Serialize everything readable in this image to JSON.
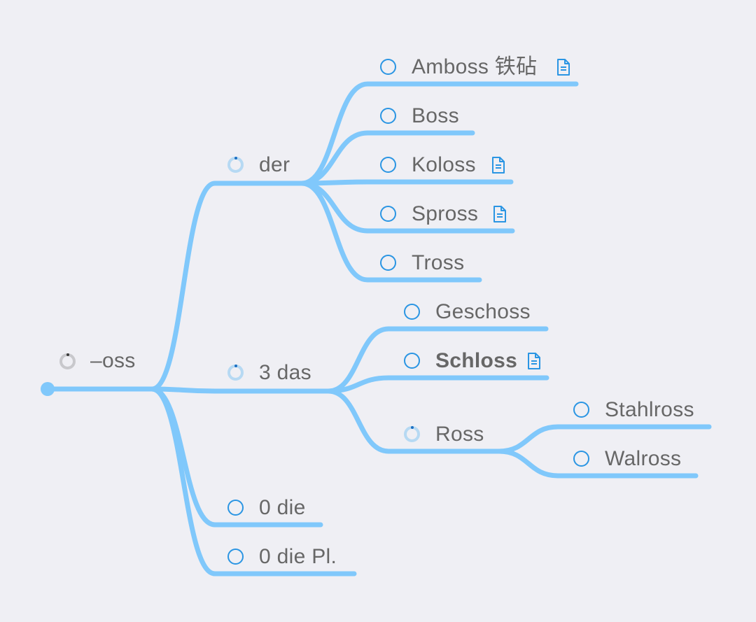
{
  "colors": {
    "background": "#efeff4",
    "branch": "#80c8fb",
    "marker_blue": "#2a95e3",
    "progress_track": "#b6d9f3",
    "text": "#676767"
  },
  "mindmap": {
    "root": {
      "label": "–oss",
      "marker": "progress-ring-icon"
    },
    "nodes": {
      "der": {
        "label": "der",
        "marker": "progress-ring-icon"
      },
      "amboss": {
        "label": "Amboss 铁砧",
        "marker": "circle-icon",
        "note": "note-icon"
      },
      "boss": {
        "label": "Boss",
        "marker": "circle-icon"
      },
      "koloss": {
        "label": "Koloss",
        "marker": "circle-icon",
        "note": "note-icon"
      },
      "spross": {
        "label": "Spross",
        "marker": "circle-icon",
        "note": "note-icon"
      },
      "tross": {
        "label": "Tross",
        "marker": "circle-icon"
      },
      "das": {
        "label": "3 das",
        "marker": "progress-ring-icon"
      },
      "geschoss": {
        "label": "Geschoss",
        "marker": "circle-icon"
      },
      "schloss": {
        "label": "Schloss",
        "marker": "circle-icon",
        "note": "note-icon"
      },
      "ross": {
        "label": "Ross",
        "marker": "progress-ring-icon"
      },
      "stahlross": {
        "label": "Stahlross",
        "marker": "circle-icon"
      },
      "walross": {
        "label": "Walross",
        "marker": "circle-icon"
      },
      "die": {
        "label": "0 die",
        "marker": "circle-icon"
      },
      "die_pl": {
        "label": "0 die Pl.",
        "marker": "circle-icon"
      }
    }
  }
}
